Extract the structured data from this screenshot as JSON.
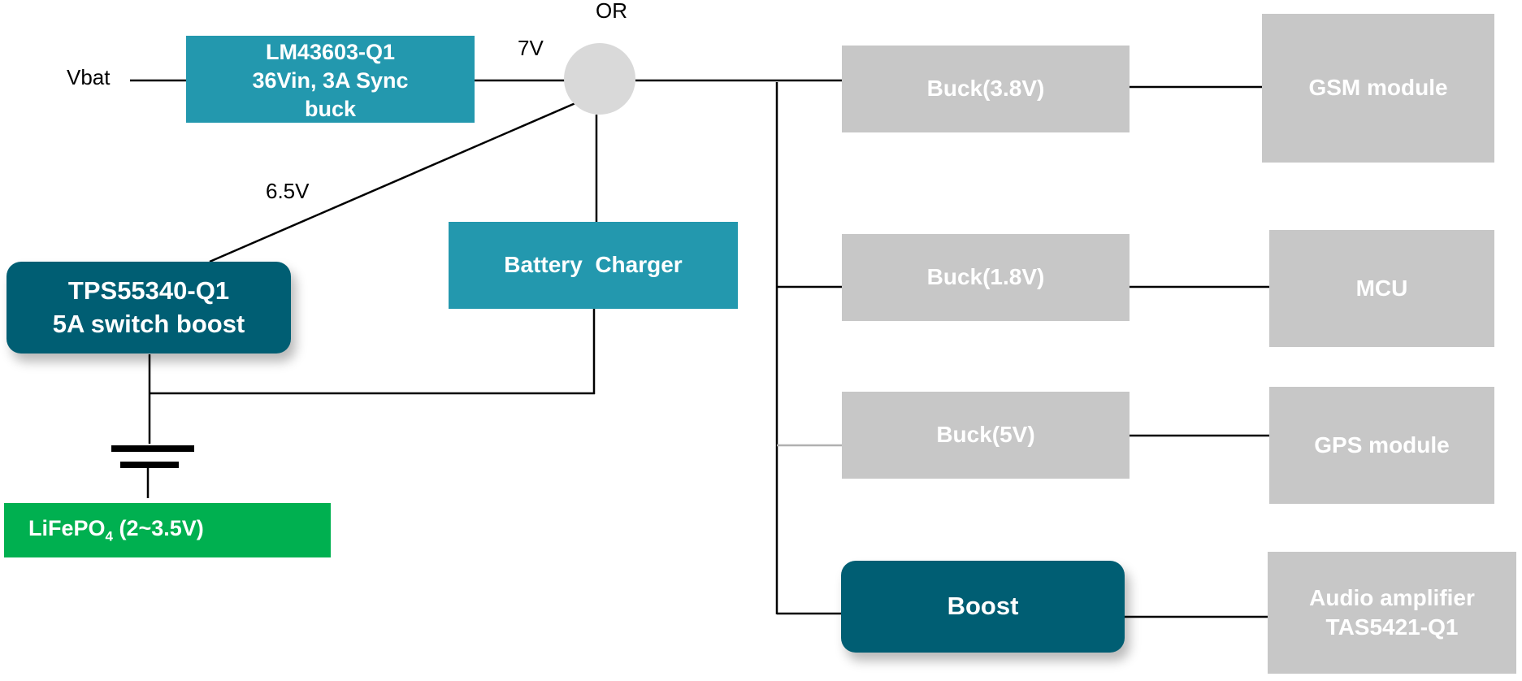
{
  "labels": {
    "vbat": "Vbat",
    "or": "OR",
    "v7": "7V",
    "v65": "6.5V"
  },
  "blocks": {
    "lm43603": [
      "LM43603-Q1",
      "36Vin, 3A Sync",
      "buck"
    ],
    "tps55340": [
      "TPS55340-Q1",
      "5A switch boost"
    ],
    "charger": "Battery  Charger",
    "battery": {
      "prefix": "LiFePO",
      "sub": "4",
      "suffix": " (2~3.5V)"
    },
    "buck38": "Buck(3.8V)",
    "buck18": "Buck(1.8V)",
    "buck5": "Buck(5V)",
    "boost": "Boost",
    "gsm": "GSM module",
    "mcu": "MCU",
    "gps": "GPS module",
    "audio": [
      "Audio amplifier",
      "TAS5421-Q1"
    ]
  },
  "colors": {
    "teal": "#2398ae",
    "dark_teal": "#005e73",
    "grey_block": "#c7c7c7",
    "green": "#00b050",
    "or_node": "#d9d9d9",
    "wire": "#000000"
  }
}
